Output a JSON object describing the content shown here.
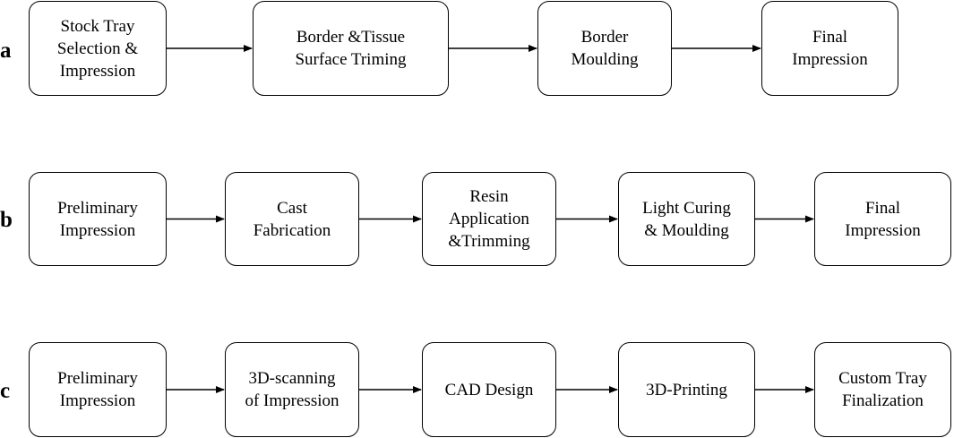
{
  "diagram": {
    "line_color": "#000000",
    "box_fill": "#ffffff",
    "rows": [
      {
        "label": "a",
        "steps": [
          {
            "text": "Stock Tray\nSelection &\nImpression"
          },
          {
            "text": "Border &Tissue\nSurface Triming"
          },
          {
            "text": "Border\nMoulding"
          },
          {
            "text": "Final\nImpression"
          }
        ]
      },
      {
        "label": "b",
        "steps": [
          {
            "text": "Preliminary\nImpression"
          },
          {
            "text": "Cast\nFabrication"
          },
          {
            "text": "Resin\nApplication\n&Trimming"
          },
          {
            "text": "Light Curing\n& Moulding"
          },
          {
            "text": "Final\nImpression"
          }
        ]
      },
      {
        "label": "c",
        "steps": [
          {
            "text": "Preliminary\nImpression"
          },
          {
            "text": "3D-scanning\nof Impression"
          },
          {
            "text": "CAD Design"
          },
          {
            "text": "3D-Printing"
          },
          {
            "text": "Custom Tray\nFinalization"
          }
        ]
      }
    ]
  }
}
